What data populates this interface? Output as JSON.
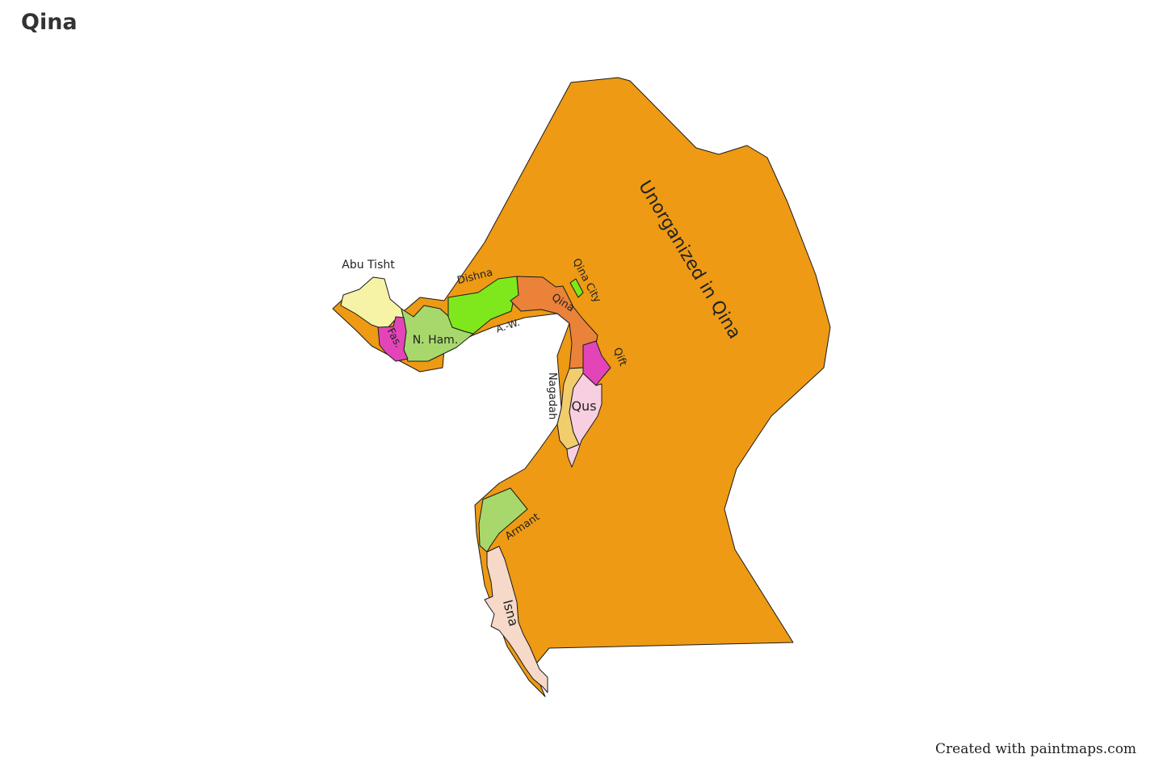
{
  "title": "Qina",
  "credit": "Created with paintmaps.com",
  "regions": [
    {
      "id": "unorganized",
      "label": "Unorganized in Qina",
      "color": "#ee9a14"
    },
    {
      "id": "abu-tisht",
      "label": "Abu Tisht",
      "color": "#f6f2a6"
    },
    {
      "id": "fas",
      "label": "Fas.",
      "color": "#e345b8"
    },
    {
      "id": "n-ham",
      "label": "N. Ham.",
      "color": "#a8d86c"
    },
    {
      "id": "dishna",
      "label": "Dishna",
      "color": "#7ee81c"
    },
    {
      "id": "a-w",
      "label": "A.-W.",
      "color": "#ee9a14"
    },
    {
      "id": "qina-city",
      "label": "Qina City",
      "color": "#7ee81c"
    },
    {
      "id": "qina",
      "label": "Qina",
      "color": "#ea8239"
    },
    {
      "id": "qift",
      "label": "Qift",
      "color": "#e345b8"
    },
    {
      "id": "qus",
      "label": "Qus",
      "color": "#f8cfe0"
    },
    {
      "id": "nagadah",
      "label": "Nagadah",
      "color": "#f2cd6e"
    },
    {
      "id": "armant",
      "label": "Armant",
      "color": "#a8d86c"
    },
    {
      "id": "isna",
      "label": "Isna",
      "color": "#f6d9c8"
    }
  ]
}
